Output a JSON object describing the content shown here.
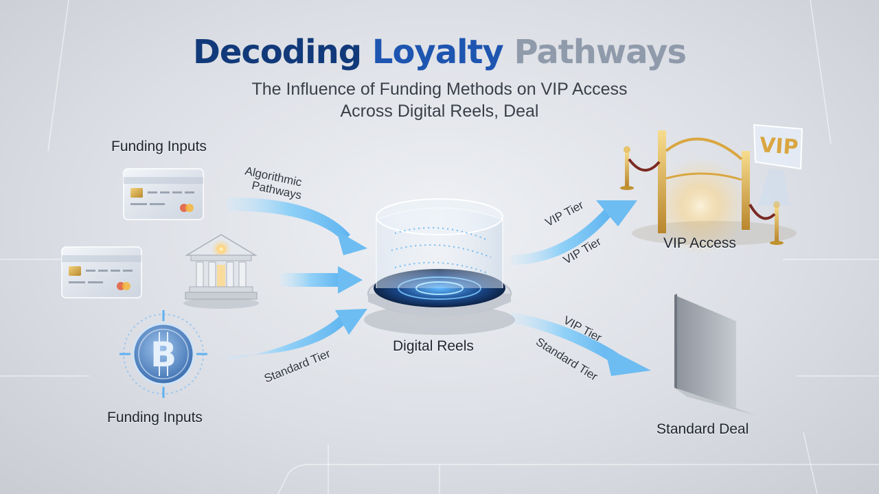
{
  "title": {
    "part1": "Decoding",
    "part2": "Loyalty",
    "part3": "Pathways"
  },
  "subtitle": {
    "line1": "The Influence of Funding Methods on VIP Access",
    "line2": "Across Digital Reels, Deal"
  },
  "nodes": {
    "funding_inputs_top": "Funding Inputs",
    "funding_inputs_bottom": "Funding Inputs",
    "digital_reels": "Digital Reels",
    "vip_access": "VIP Access",
    "standard_deal": "Standard Deal",
    "vip_sign": "VIP"
  },
  "flows": {
    "algorithmic_line1": "Algorithmic",
    "algorithmic_line2": "Pathways",
    "standard_tier_left": "Standard Tier",
    "vip_tier_upper_1": "VIP Tier",
    "vip_tier_upper_2": "VIP Tier",
    "vip_tier_lower": "VIP Tier",
    "standard_tier_right": "Standard Tier"
  },
  "colors": {
    "accent_blue": "#1d55b0",
    "arrow_blue": "#7cc4f5",
    "gold": "#d9a640"
  },
  "icons": [
    "credit-card-icon",
    "bank-icon",
    "bitcoin-icon",
    "reel-cylinder-icon",
    "vip-gate-icon",
    "standard-door-icon"
  ]
}
